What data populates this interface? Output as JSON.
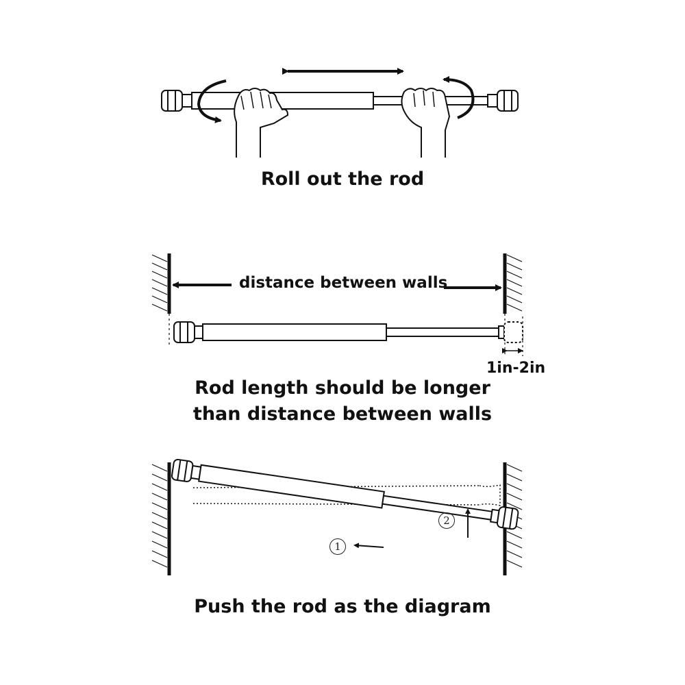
{
  "steps": [
    {
      "caption": "Roll out the rod"
    },
    {
      "caption_line1": "Rod length should be longer",
      "caption_line2": "than distance between walls",
      "distance_label": "distance between walls",
      "gap_label": "1in-2in"
    },
    {
      "caption": "Push the rod as the diagram",
      "marker_1": "①",
      "marker_2": "②"
    }
  ]
}
